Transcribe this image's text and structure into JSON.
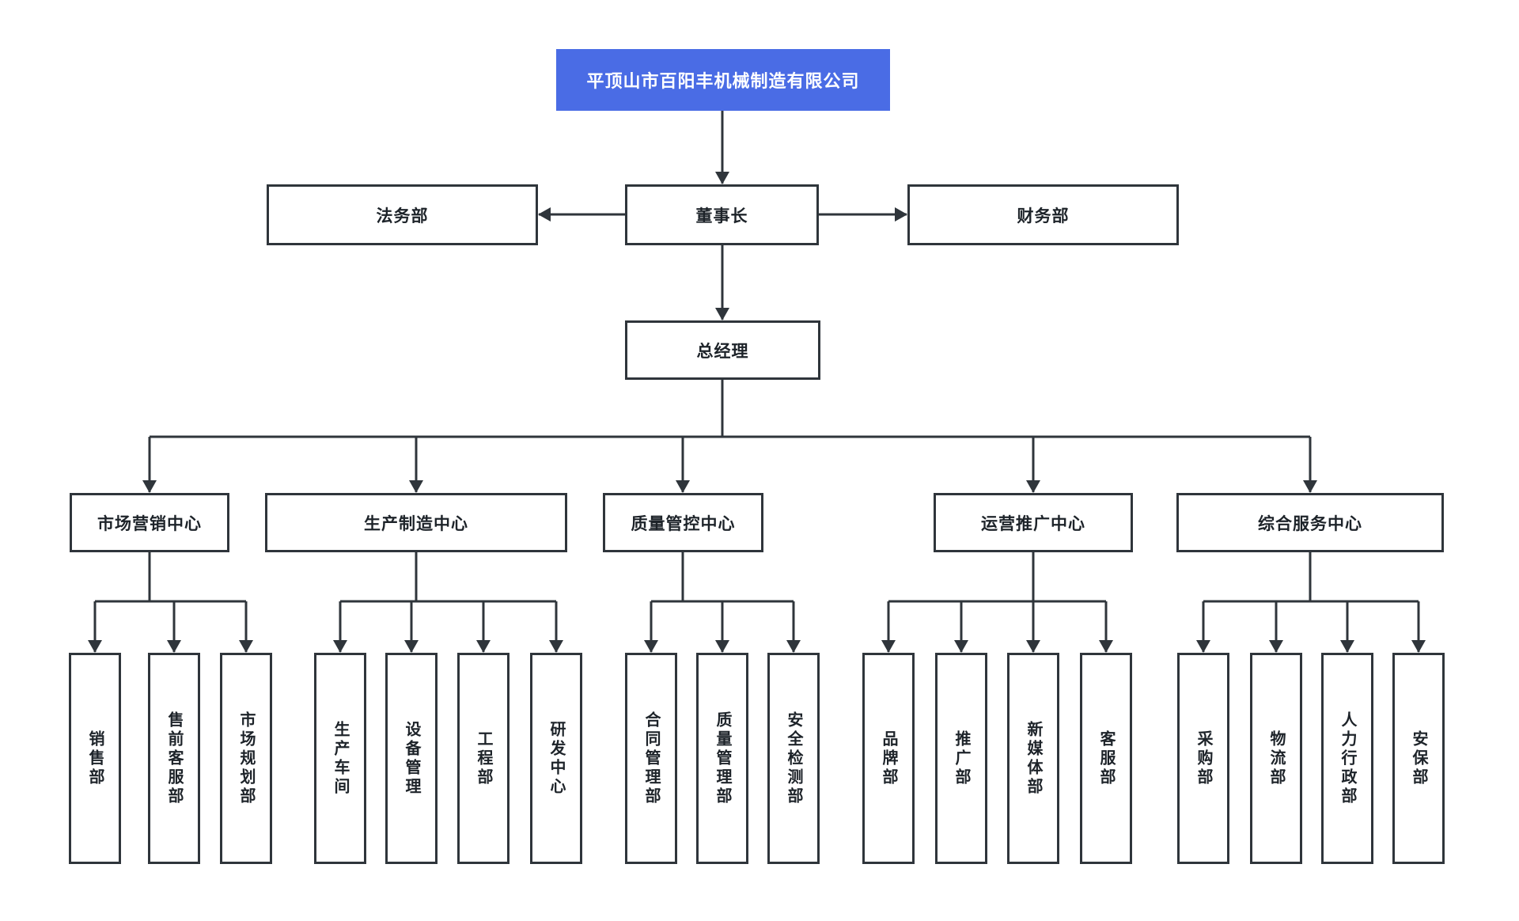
{
  "colors": {
    "accent": "#4a6ce5",
    "line": "#2f353b",
    "ink": "#1d2329"
  },
  "org": {
    "company": "平顶山市百阳丰机械制造有限公司",
    "legal": "法务部",
    "chairman": "董事长",
    "finance": "财务部",
    "gm": "总经理",
    "centers": [
      {
        "label": "市场营销中心",
        "departments": [
          "销售部",
          "售前客服部",
          "市场规划部"
        ]
      },
      {
        "label": "生产制造中心",
        "departments": [
          "生产车间",
          "设备管理",
          "工程部",
          "研发中心"
        ]
      },
      {
        "label": "质量管控中心",
        "departments": [
          "合同管理部",
          "质量管理部",
          "安全检测部"
        ]
      },
      {
        "label": "运营推广中心",
        "departments": [
          "品牌部",
          "推广部",
          "新媒体部",
          "客服部"
        ]
      },
      {
        "label": "综合服务中心",
        "departments": [
          "采购部",
          "物流部",
          "人力行政部",
          "安保部"
        ]
      }
    ]
  }
}
